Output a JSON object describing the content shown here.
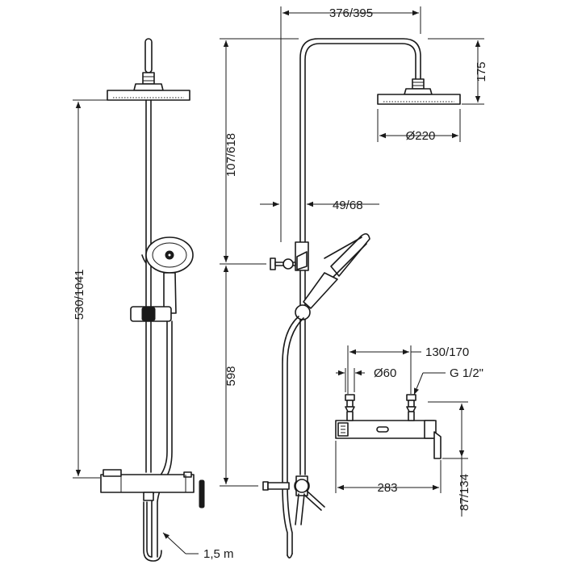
{
  "dimensions": {
    "width_top": "376/395",
    "head_height": "175",
    "head_diameter": "Ø220",
    "upper_height": "107/618",
    "offset": "49/68",
    "total_height": "530/1041",
    "lower_height": "598",
    "mixer_depth": "130/170",
    "knob_diameter": "Ø60",
    "thread": "G 1/2\"",
    "mixer_width": "283",
    "mixer_height": "87/134",
    "hose_length": "1,5 m"
  }
}
